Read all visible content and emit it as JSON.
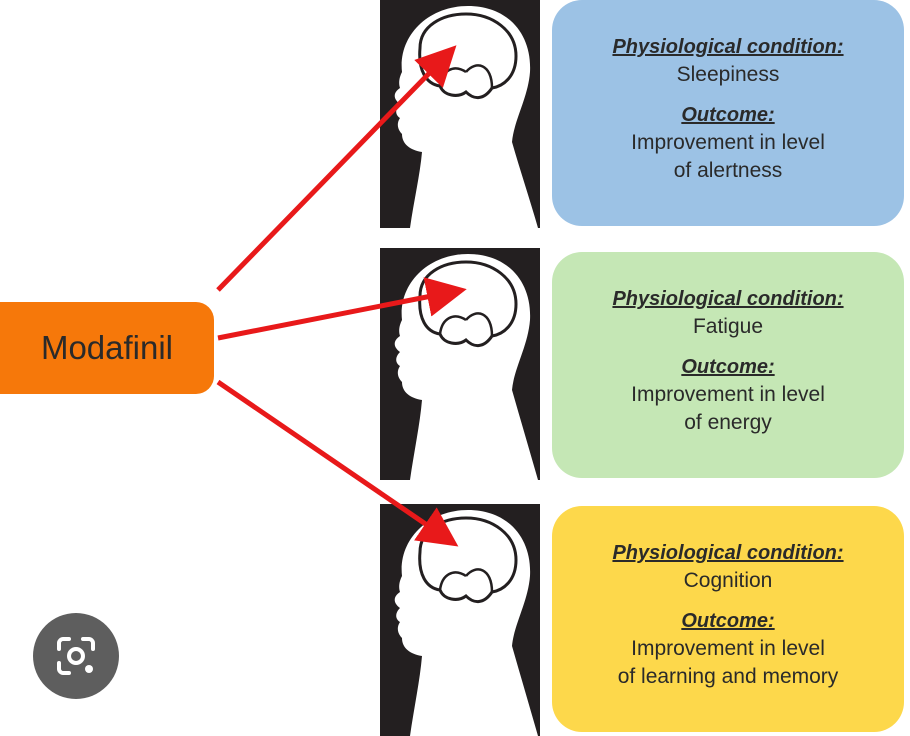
{
  "source": {
    "label": "Modafinil"
  },
  "effects": [
    {
      "condition_heading": "Physiological condition:",
      "condition": "Sleepiness",
      "outcome_heading": "Outcome:",
      "outcome_line1": "Improvement in level",
      "outcome_line2": "of alertness",
      "color": "#9cc2e5"
    },
    {
      "condition_heading": "Physiological condition:",
      "condition": "Fatigue",
      "outcome_heading": "Outcome:",
      "outcome_line1": "Improvement in level",
      "outcome_line2": "of energy",
      "color": "#c5e7b5"
    },
    {
      "condition_heading": "Physiological condition:",
      "condition": "Cognition",
      "outcome_heading": "Outcome:",
      "outcome_line1": "Improvement in level",
      "outcome_line2": "of learning and memory",
      "color": "#fdd84b"
    }
  ],
  "colors": {
    "source": "#f6780a",
    "arrow": "#e8191a",
    "panel": "#231f20"
  },
  "icons": {
    "lens": "camera-lens-icon"
  }
}
